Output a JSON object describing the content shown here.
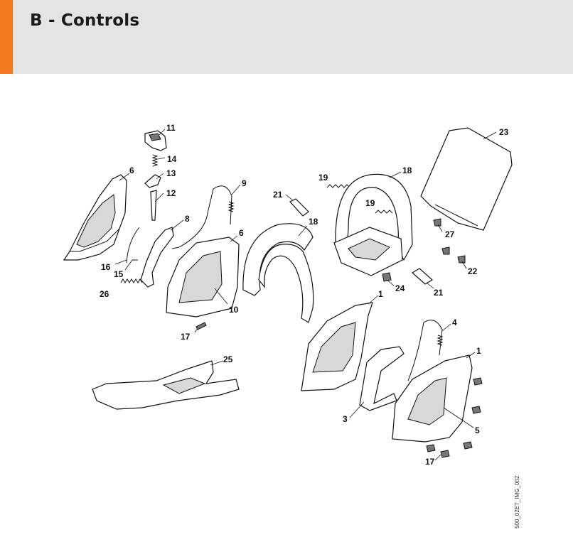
{
  "header": {
    "title": "B - Controls",
    "accent_color": "#f37a1f",
    "background_color": "#e4e4e4"
  },
  "diagram": {
    "image_code": "500_02ET_IMG_002",
    "part_labels": [
      "11",
      "14",
      "13",
      "12",
      "6",
      "9",
      "8",
      "16",
      "15",
      "26",
      "6",
      "10",
      "17",
      "19",
      "18",
      "21",
      "19",
      "18",
      "23",
      "27",
      "22",
      "24",
      "21",
      "1",
      "4",
      "1",
      "25",
      "3",
      "5",
      "17"
    ]
  }
}
